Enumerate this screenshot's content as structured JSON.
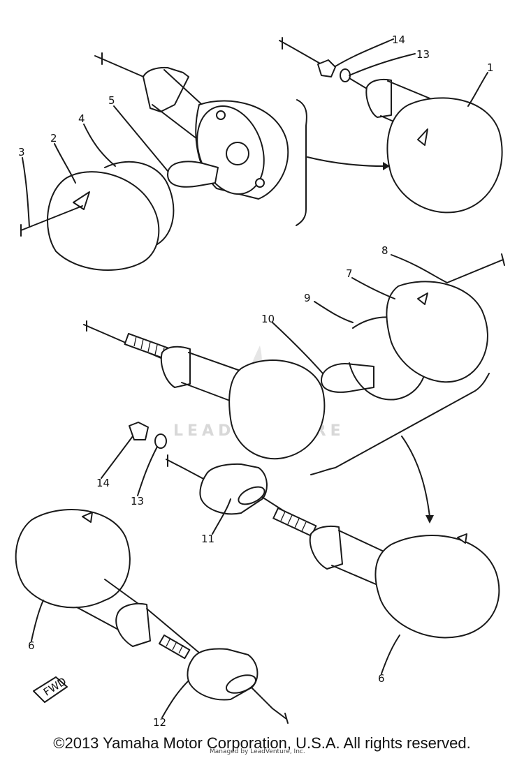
{
  "diagram": {
    "callouts": [
      "1",
      "2",
      "3",
      "4",
      "5",
      "6",
      "6",
      "7",
      "8",
      "9",
      "10",
      "11",
      "12",
      "13",
      "13",
      "14",
      "14"
    ],
    "direction_tag": "FWD",
    "watermark": "LEADVENTURE"
  },
  "footer": {
    "copyright": "©2013 Yamaha Motor Corporation, U.S.A. All rights reserved.",
    "sub_note": "Managed by LeadVenture, Inc."
  }
}
